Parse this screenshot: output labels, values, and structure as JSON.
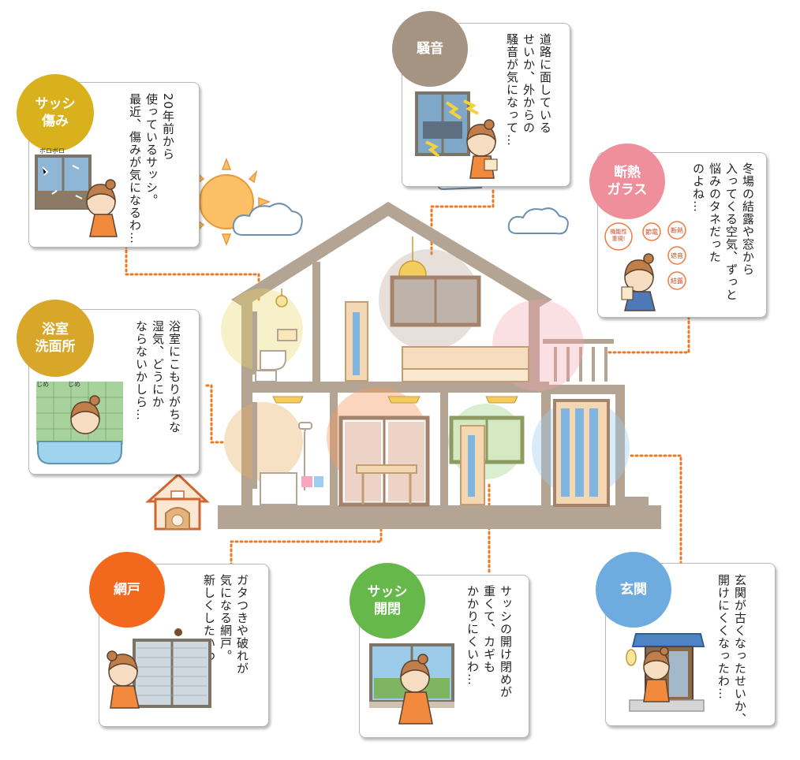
{
  "colors": {
    "sash_damage": "#d9b11d",
    "noise": "#a69483",
    "insulated_glass": "#ee8f9b",
    "bathroom": "#d8a628",
    "screen_door": "#f2681d",
    "sash_open": "#66b84a",
    "entrance": "#6eace0",
    "house_brown": "#b4a493",
    "connector": "#ec7a25"
  },
  "callouts": {
    "sash_damage": {
      "badge": "サッシ\n傷み",
      "text": "20年前から\n使っているサッシ。\n最近、傷みが気になるわ…",
      "art_label": "ボロボロ"
    },
    "noise": {
      "badge": "騒音",
      "text": "道路に面している\nせいか、外からの\n騒音が気になって…"
    },
    "insulated_glass": {
      "badge": "断熱\nガラス",
      "text": "冬場の結露や窓から\n入ってくる空気、ずっと\n悩みのタネだった\nのよね…",
      "bubbles": [
        "機能性\n重視!",
        "節電",
        "断熱",
        "遮音",
        "結露"
      ]
    },
    "bathroom": {
      "badge": "浴室\n洗面所",
      "text": "浴室にこもりがちな\n湿気、どうにか\nならないかしら…",
      "art_label_1": "じめ",
      "art_label_2": "じめ"
    },
    "screen_door": {
      "badge": "網戸",
      "text": "ガタつきや破れが\n気になる網戸。\n新しくしたいわ…"
    },
    "sash_open": {
      "badge": "サッシ\n開閉",
      "text": "サッシの開け閉めが\n重くて、カギも\nかかりにくいわ…"
    },
    "entrance": {
      "badge": "玄関",
      "text": "玄関が古くなったせいか、\n開けにくくなったわ…"
    }
  }
}
